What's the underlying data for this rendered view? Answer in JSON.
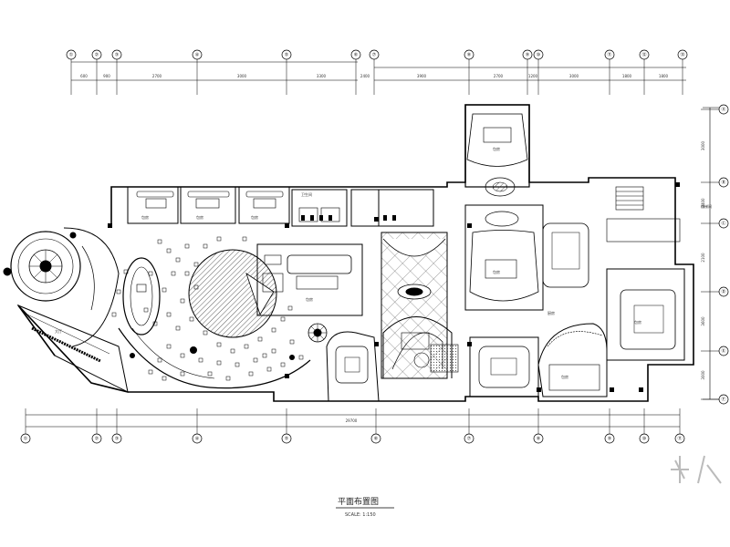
{
  "drawing": {
    "title": "平面布置图",
    "scale": "SCALE: 1:150"
  },
  "grid_axes": {
    "top_labels": [
      "①",
      "②",
      "③",
      "④",
      "⑤",
      "⑥",
      "⑦",
      "⑧",
      "⑨",
      "⑩",
      "⑪",
      "⑫",
      "⑬"
    ],
    "bottom_labels": [
      "①",
      "②",
      "③",
      "④",
      "⑤",
      "⑥",
      "⑦",
      "⑧",
      "⑨",
      "⑩",
      "⑪"
    ],
    "right_labels": [
      "Ⓐ",
      "Ⓑ",
      "Ⓒ",
      "Ⓓ",
      "Ⓔ",
      "Ⓕ"
    ]
  },
  "dimensions": {
    "top_segments": [
      "600",
      "900",
      "2700",
      "3000",
      "3300",
      "2400",
      "3900",
      "2700",
      "1200",
      "3000",
      "1800",
      "1800"
    ],
    "bottom_total": "29700",
    "right_segments": [
      "3000",
      "2400",
      "2100",
      "3600",
      "3000"
    ]
  },
  "rooms": [
    "包房",
    "包房",
    "包房",
    "包房",
    "包房",
    "包房",
    "包房",
    "包房",
    "大厅",
    "卫生间",
    "厨房",
    "楼梯间"
  ],
  "colors": {
    "line": "#000000",
    "hatch": "#333333",
    "background": "#ffffff"
  }
}
